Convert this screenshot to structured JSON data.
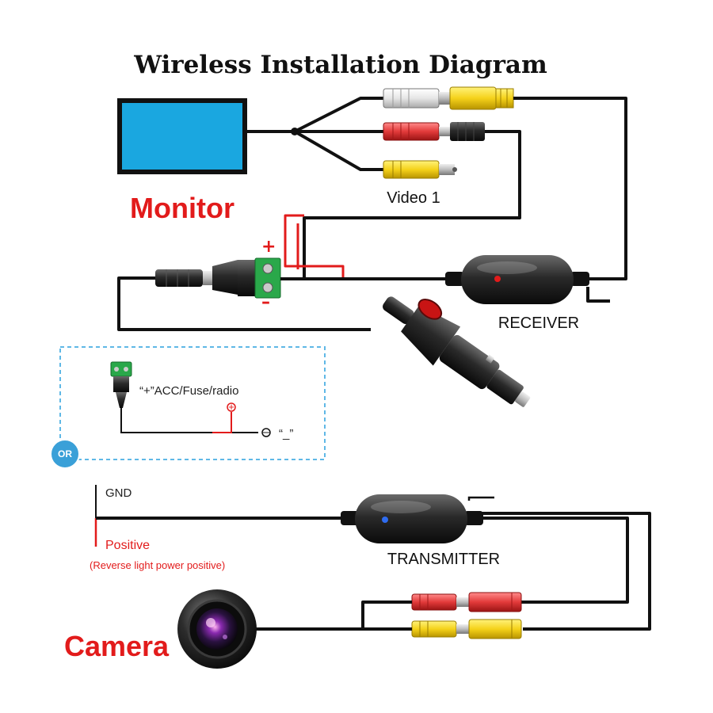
{
  "title": "Wireless Installation Diagram",
  "monitor": {
    "label": "Monitor",
    "screen_color": "#1aa7e0"
  },
  "video_label": "Video 1",
  "power": {
    "plus": "+",
    "minus": "–"
  },
  "receiver": {
    "label": "RECEIVER"
  },
  "or_box": {
    "badge": "OR",
    "acc_label": "“+”ACC/Fuse/radio",
    "minus_label": "“_”",
    "plus_symbol": "+",
    "minus_symbol": "–"
  },
  "gnd_label": "GND",
  "positive": {
    "label": "Positive",
    "note": "(Reverse light power positive)"
  },
  "transmitter": {
    "label": "TRANSMITTER"
  },
  "camera": {
    "label": "Camera"
  },
  "colors": {
    "accent_red": "#e21b1b",
    "rca_yellow": "#f5d21a",
    "rca_red": "#e23a3a",
    "rca_white": "#eeeeee",
    "dashed_box": "#5fb8e6",
    "receiver_led": "#e21b1b",
    "transmitter_led": "#2f6cf0"
  }
}
